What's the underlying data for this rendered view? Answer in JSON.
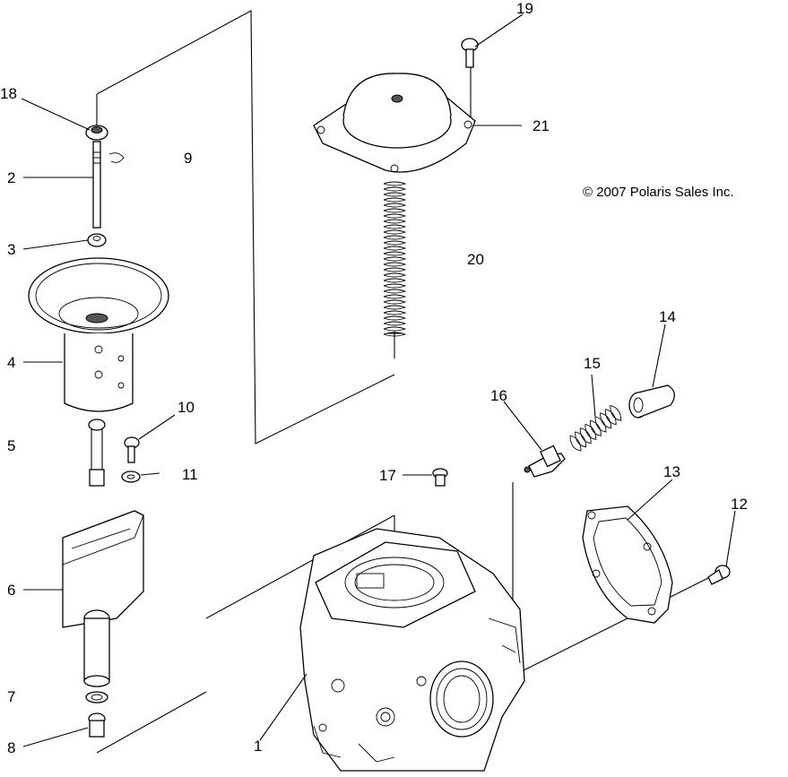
{
  "copyright": "© 2007 Polaris Sales Inc.",
  "callouts": {
    "c1": "1",
    "c2": "2",
    "c3": "3",
    "c4": "4",
    "c5": "5",
    "c6": "6",
    "c7": "7",
    "c8": "8",
    "c9": "9",
    "c10": "10",
    "c11": "11",
    "c12": "12",
    "c13": "13",
    "c14": "14",
    "c15": "15",
    "c16": "16",
    "c17": "17",
    "c18": "18",
    "c19": "19",
    "c20": "20",
    "c21": "21"
  }
}
